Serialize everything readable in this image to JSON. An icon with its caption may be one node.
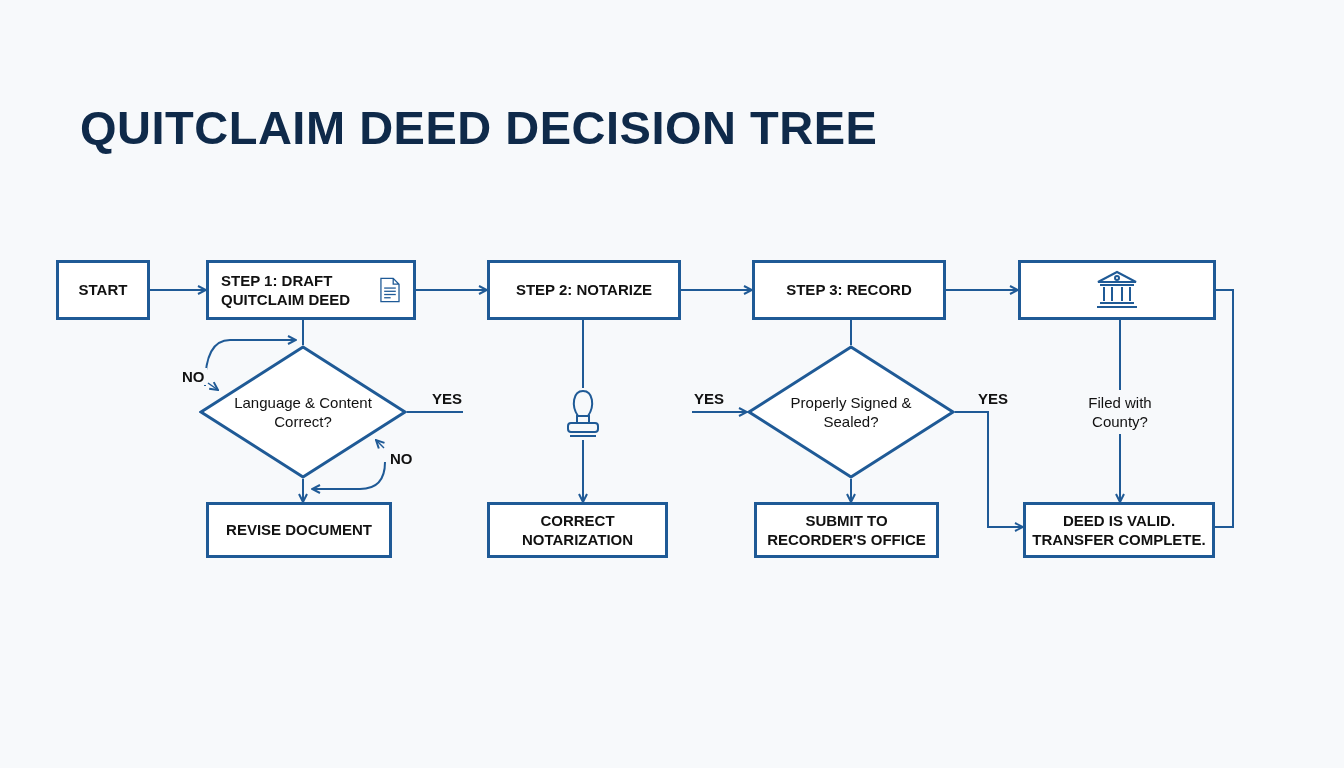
{
  "diagram": {
    "title": "QUITCLAIM DEED DECISION TREE",
    "nodes": [
      {
        "text": [
          "START"
        ]
      },
      {
        "text": [
          "STEP 1: DRAFT QUITCLAIM DEED"
        ]
      },
      {
        "text": [
          "STEP 2: NOTARIZE"
        ]
      },
      {
        "text": [
          "STEP 3: RECORD"
        ]
      },
      {
        "text": [],
        "shape": "box"
      },
      {
        "text": [
          "Language & Content Correct?"
        ]
      },
      {
        "text": [
          "REVISE DOCUMENT"
        ]
      },
      {
        "text": [],
        "shape": "picture"
      },
      {
        "text": [
          "CORRECT NOTARIZATION"
        ]
      },
      {
        "text": [
          "Properly Signed & Sealed?"
        ]
      },
      {
        "text": [
          "SUBMIT TO RECORDER'S OFFICE"
        ]
      },
      {
        "text": [
          "Filed with County?"
        ]
      },
      {
        "text": [
          "DEED IS VALID. TRANSFER COMPLETE."
        ]
      }
    ],
    "edges": [
      {
        "from": 0,
        "to": 1,
        "arrow": "to"
      },
      {
        "from": 1,
        "to": 2,
        "arrow": "to"
      },
      {
        "from": 2,
        "to": 3,
        "arrow": "to"
      },
      {
        "from": 3,
        "to": 4,
        "arrow": "to"
      },
      {
        "from": 1,
        "to": 5,
        "arrow": "none"
      },
      {
        "from": 5,
        "to": 6,
        "arrow": "to"
      },
      {
        "from": null,
        "to": 5,
        "arrow": "to",
        "label": "NO"
      },
      {
        "from": null,
        "to": 5,
        "arrow": "to",
        "label": "NO"
      },
      {
        "from": 5,
        "to": null,
        "arrow": "none",
        "label": "YES"
      },
      {
        "from": null,
        "to": 9,
        "arrow": "to",
        "label": "YES"
      },
      {
        "from": 2,
        "to": 7,
        "arrow": "none"
      },
      {
        "from": 7,
        "to": 8,
        "arrow": "to"
      },
      {
        "from": 3,
        "to": 9,
        "arrow": "none"
      },
      {
        "from": 9,
        "to": 10,
        "arrow": "to"
      },
      {
        "from": 9,
        "to": 12,
        "arrow": "to",
        "label": "YES"
      },
      {
        "from": 4,
        "to": 11,
        "arrow": "none"
      },
      {
        "from": 11,
        "to": 12,
        "arrow": "to"
      },
      {
        "from": 4,
        "to": 12,
        "arrow": "none"
      }
    ]
  }
}
